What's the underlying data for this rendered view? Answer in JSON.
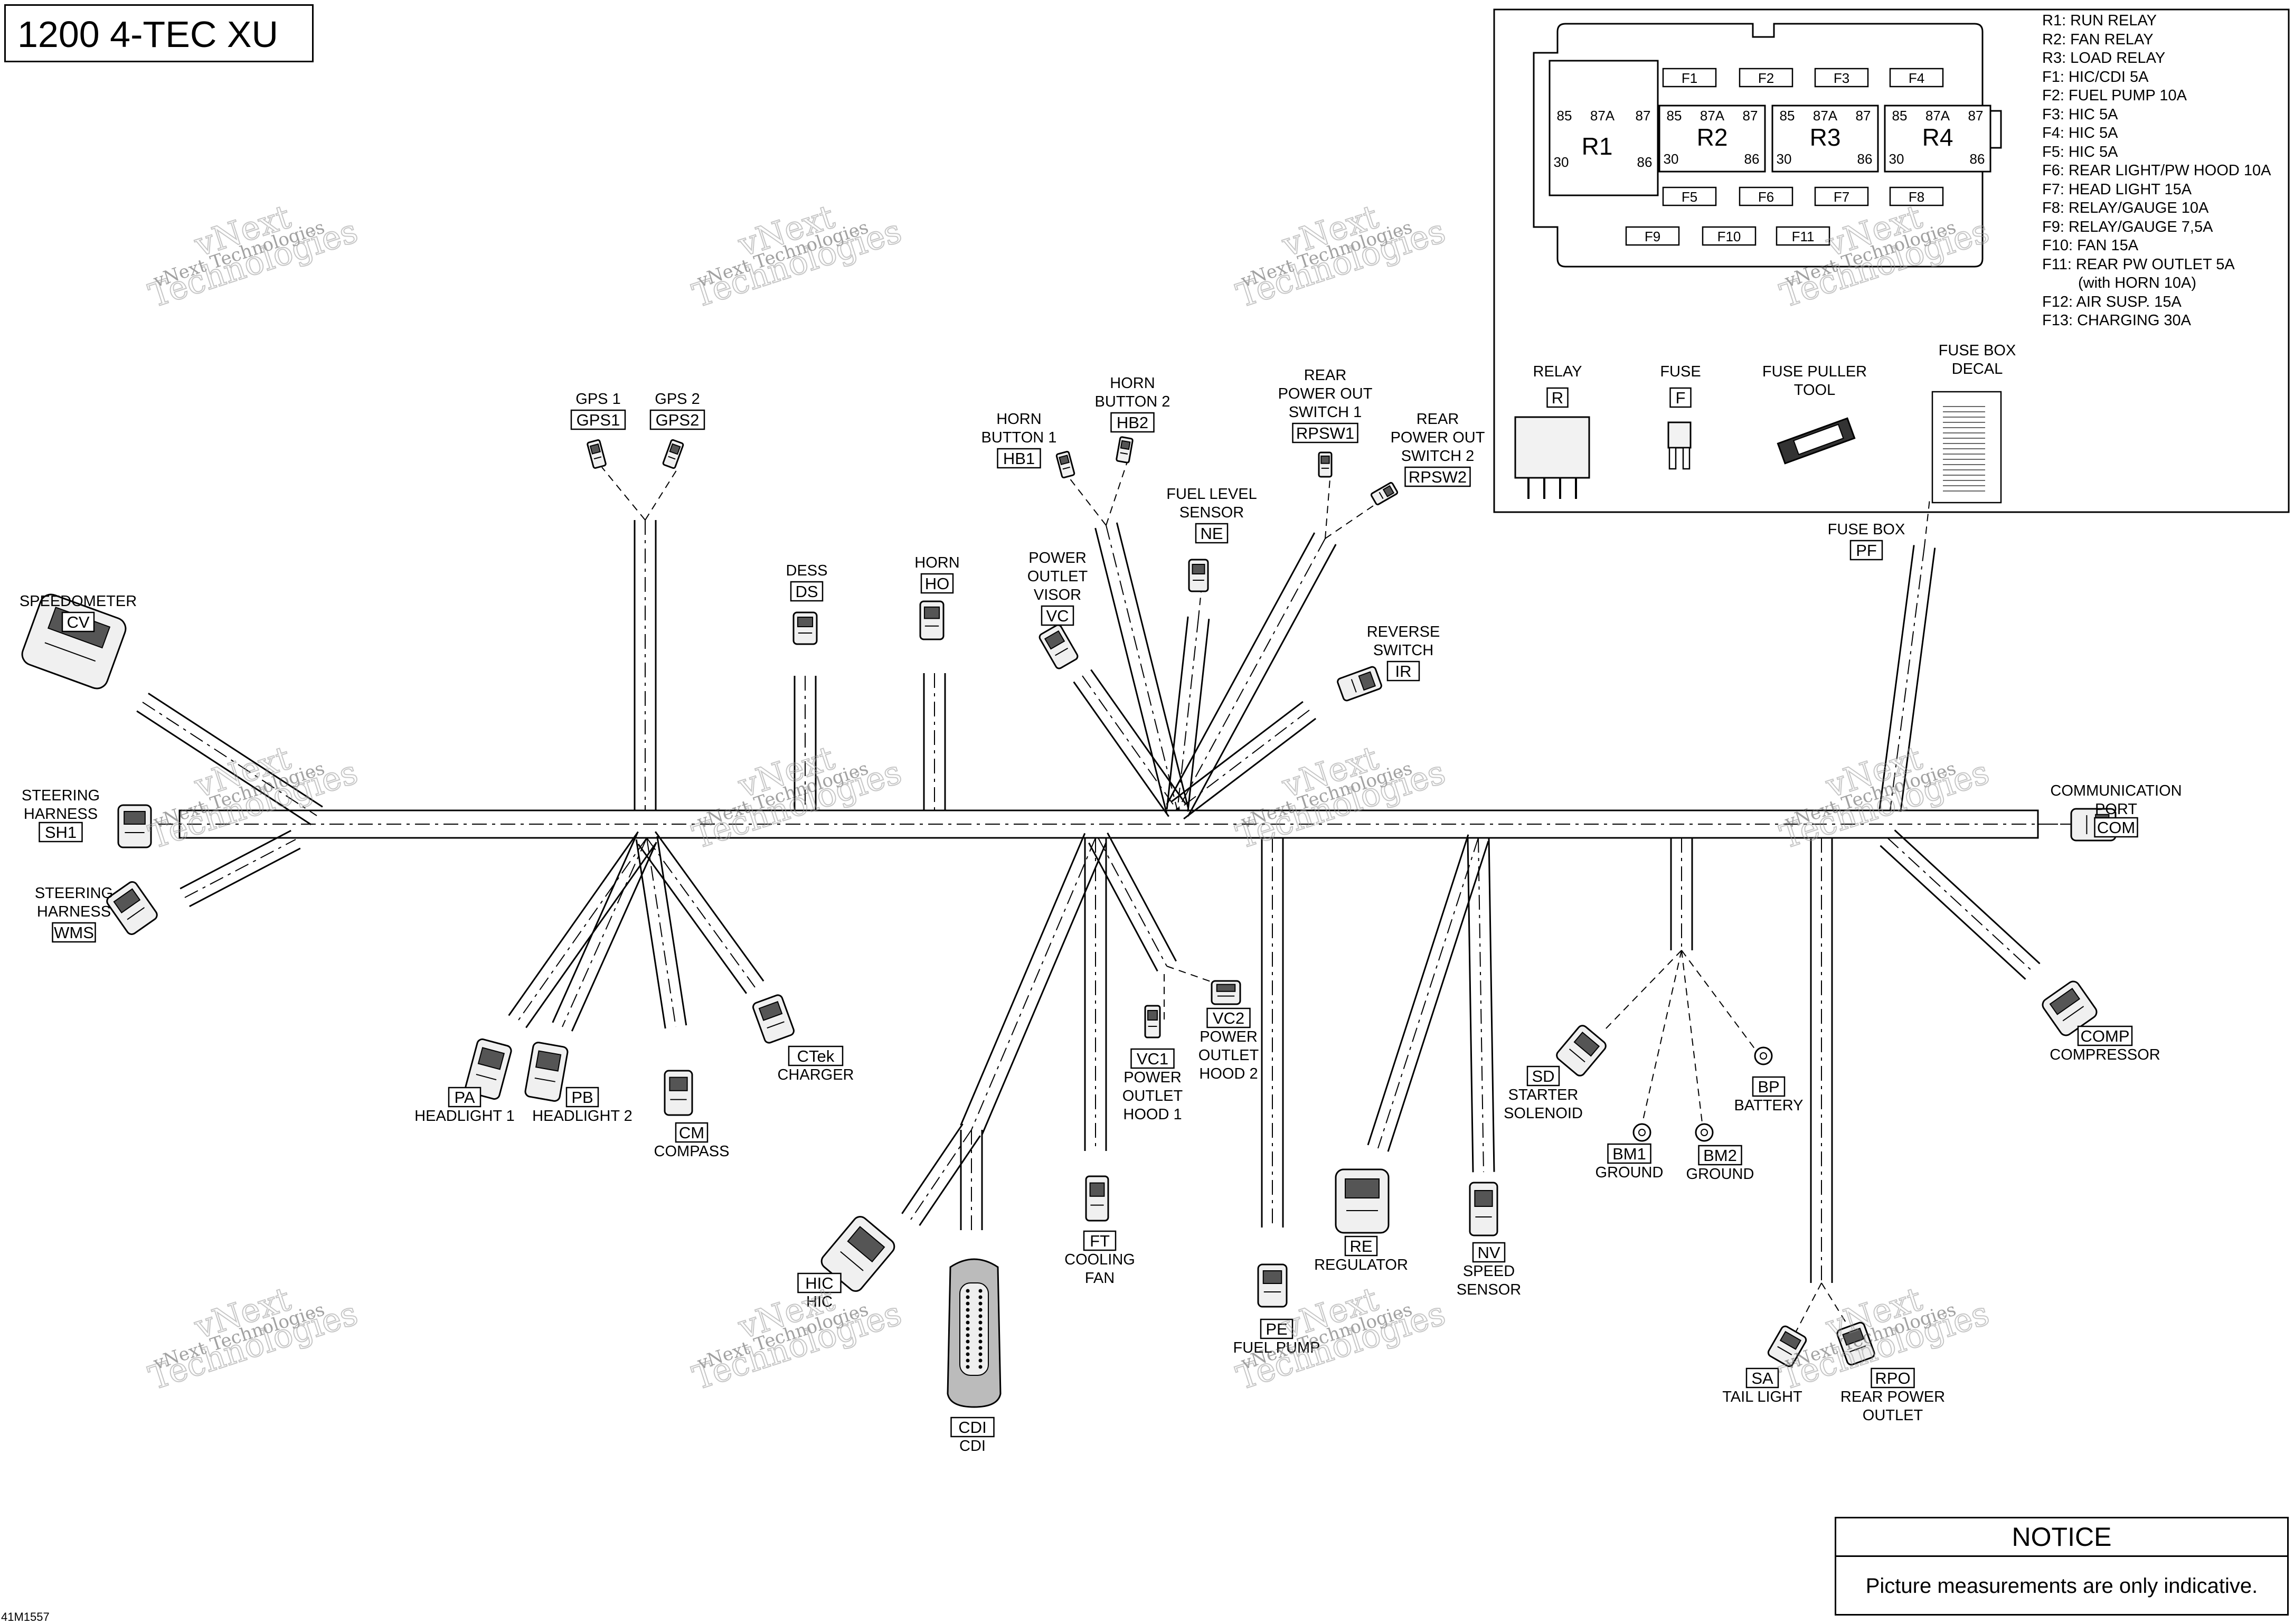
{
  "title": "1200 4-TEC XU",
  "diagram_id": "41M1557",
  "watermark": {
    "line1": "vNext",
    "line2": "Technologies",
    "small": "vNext Technologies"
  },
  "connectors": [
    {
      "code": "GPS1",
      "label": "GPS 1"
    },
    {
      "code": "GPS2",
      "label": "GPS 2"
    },
    {
      "code": "HB1",
      "label": "HORN\nBUTTON 1"
    },
    {
      "code": "HB2",
      "label": "HORN\nBUTTON 2"
    },
    {
      "code": "RPSW1",
      "label": "REAR\nPOWER OUT\nSWITCH 1"
    },
    {
      "code": "RPSW2",
      "label": "REAR\nPOWER OUT\nSWITCH 2"
    },
    {
      "code": "NE",
      "label": "FUEL LEVEL\nSENSOR"
    },
    {
      "code": "DS",
      "label": "DESS"
    },
    {
      "code": "HO",
      "label": "HORN"
    },
    {
      "code": "VC",
      "label": "POWER\nOUTLET\nVISOR"
    },
    {
      "code": "IR",
      "label": "REVERSE\nSWITCH"
    },
    {
      "code": "CV",
      "label": "SPEEDOMETER"
    },
    {
      "code": "SH1",
      "label": "STEERING\nHARNESS"
    },
    {
      "code": "WMS",
      "label": "STEERING\nHARNESS"
    },
    {
      "code": "COM",
      "label": "COMMUNICATION\nPORT"
    },
    {
      "code": "PF",
      "label": "FUSE BOX"
    },
    {
      "code": "PA",
      "label": "HEADLIGHT 1"
    },
    {
      "code": "PB",
      "label": "HEADLIGHT 2"
    },
    {
      "code": "CM",
      "label": "COMPASS"
    },
    {
      "code": "CTek",
      "label": "CHARGER"
    },
    {
      "code": "VC1",
      "label": "POWER\nOUTLET\nHOOD 1"
    },
    {
      "code": "VC2",
      "label": "POWER\nOUTLET\nHOOD 2"
    },
    {
      "code": "FT",
      "label": "COOLING\nFAN"
    },
    {
      "code": "HIC",
      "label": "HIC"
    },
    {
      "code": "CDI",
      "label": "CDI"
    },
    {
      "code": "PE",
      "label": "FUEL PUMP"
    },
    {
      "code": "RE",
      "label": "REGULATOR"
    },
    {
      "code": "NV",
      "label": "SPEED\nSENSOR"
    },
    {
      "code": "SD",
      "label": "STARTER\nSOLENOID"
    },
    {
      "code": "BM1",
      "label": "GROUND"
    },
    {
      "code": "BM2",
      "label": "GROUND"
    },
    {
      "code": "BP",
      "label": "BATTERY"
    },
    {
      "code": "SA",
      "label": "TAIL LIGHT"
    },
    {
      "code": "RPO",
      "label": "REAR POWER\nOUTLET"
    },
    {
      "code": "COMP",
      "label": "COMPRESSOR"
    }
  ],
  "fuse_box": {
    "relays": [
      {
        "name": "R1",
        "pins": [
          "85",
          "87A",
          "87",
          "30",
          "86"
        ]
      },
      {
        "name": "R2",
        "pins": [
          "85",
          "87A",
          "87",
          "30",
          "86"
        ]
      },
      {
        "name": "R3",
        "pins": [
          "85",
          "87A",
          "87",
          "30",
          "86"
        ]
      },
      {
        "name": "R4",
        "pins": [
          "85",
          "87A",
          "87",
          "30",
          "86"
        ]
      }
    ],
    "fuses_row1": [
      "F1",
      "F2",
      "F3",
      "F4"
    ],
    "fuses_row2": [
      "F5",
      "F6",
      "F7",
      "F8"
    ],
    "fuses_row3": [
      "F9",
      "F10",
      "F11"
    ],
    "legend": [
      "R1: RUN RELAY",
      "R2: FAN RELAY",
      "R3: LOAD RELAY",
      "F1: HIC/CDI 5A",
      "F2: FUEL PUMP 10A",
      "F3: HIC 5A",
      "F4: HIC 5A",
      "F5: HIC 5A",
      "F6: REAR LIGHT/PW HOOD 10A",
      "F7: HEAD LIGHT 15A",
      "F8: RELAY/GAUGE 10A",
      "F9: RELAY/GAUGE 7,5A",
      "F10: FAN 15A",
      "F11: REAR PW OUTLET 5A",
      "(with HORN 10A)",
      "F12: AIR SUSP. 15A",
      "F13: CHARGING 30A"
    ],
    "parts": [
      {
        "label": "RELAY",
        "code": "R"
      },
      {
        "label": "FUSE",
        "code": "F"
      },
      {
        "label": "FUSE PULLER\nTOOL",
        "code": ""
      },
      {
        "label": "FUSE BOX\nDECAL",
        "code": ""
      }
    ]
  },
  "notice": {
    "heading": "NOTICE",
    "text": "Picture measurements are only indicative."
  }
}
